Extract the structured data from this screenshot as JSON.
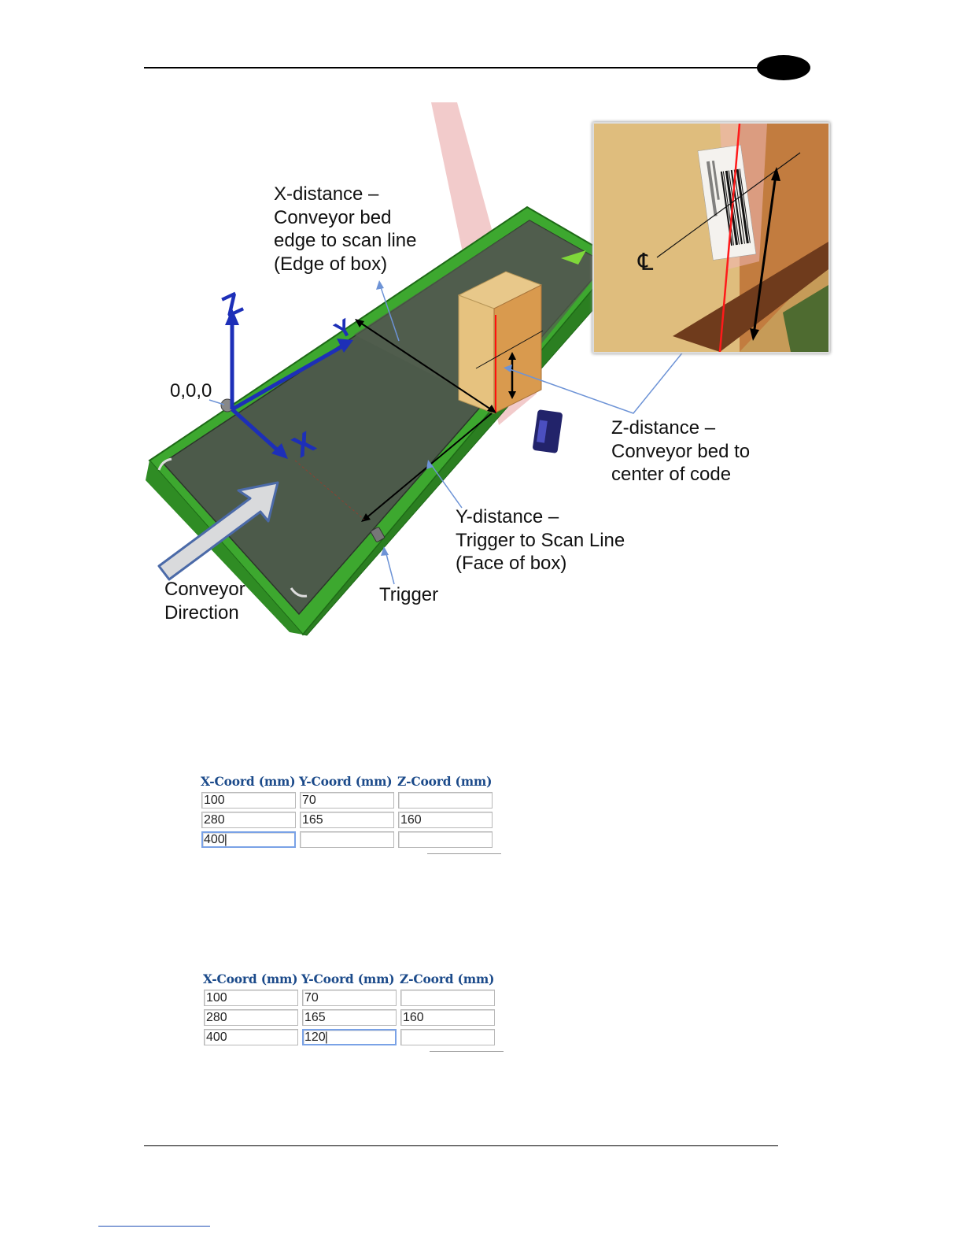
{
  "figure": {
    "callouts": {
      "x_distance": "X-distance –\nConveyor bed\nedge to scan line\n(Edge of box)",
      "z_distance": "Z-distance –\nConveyor bed to\ncenter of code",
      "y_distance": "Y-distance –\nTrigger to Scan Line\n(Face of box)",
      "origin": "0,0,0",
      "conveyor_direction": "Conveyor\nDirection",
      "trigger": "Trigger"
    },
    "axes": {
      "x": "X",
      "y": "Y",
      "z": "Z"
    },
    "centerline_symbol": "℄"
  },
  "tables": [
    {
      "headers": [
        "X-Coord (mm)",
        "Y-Coord (mm)",
        "Z-Coord (mm)"
      ],
      "rows": [
        [
          "100",
          "70",
          ""
        ],
        [
          "280",
          "165",
          "160"
        ],
        [
          "400",
          "",
          ""
        ]
      ],
      "focused_cell": "x3"
    },
    {
      "headers": [
        "X-Coord (mm)",
        "Y-Coord (mm)",
        "Z-Coord (mm)"
      ],
      "rows": [
        [
          "100",
          "70",
          ""
        ],
        [
          "280",
          "165",
          "160"
        ],
        [
          "400",
          "120",
          ""
        ]
      ],
      "focused_cell": "y3"
    }
  ],
  "colors": {
    "header_blue": "#1b4a8a",
    "axis_blue": "#1d2fb8",
    "conveyor_green": "#3da82f",
    "focus_border": "#7aa2e6"
  }
}
